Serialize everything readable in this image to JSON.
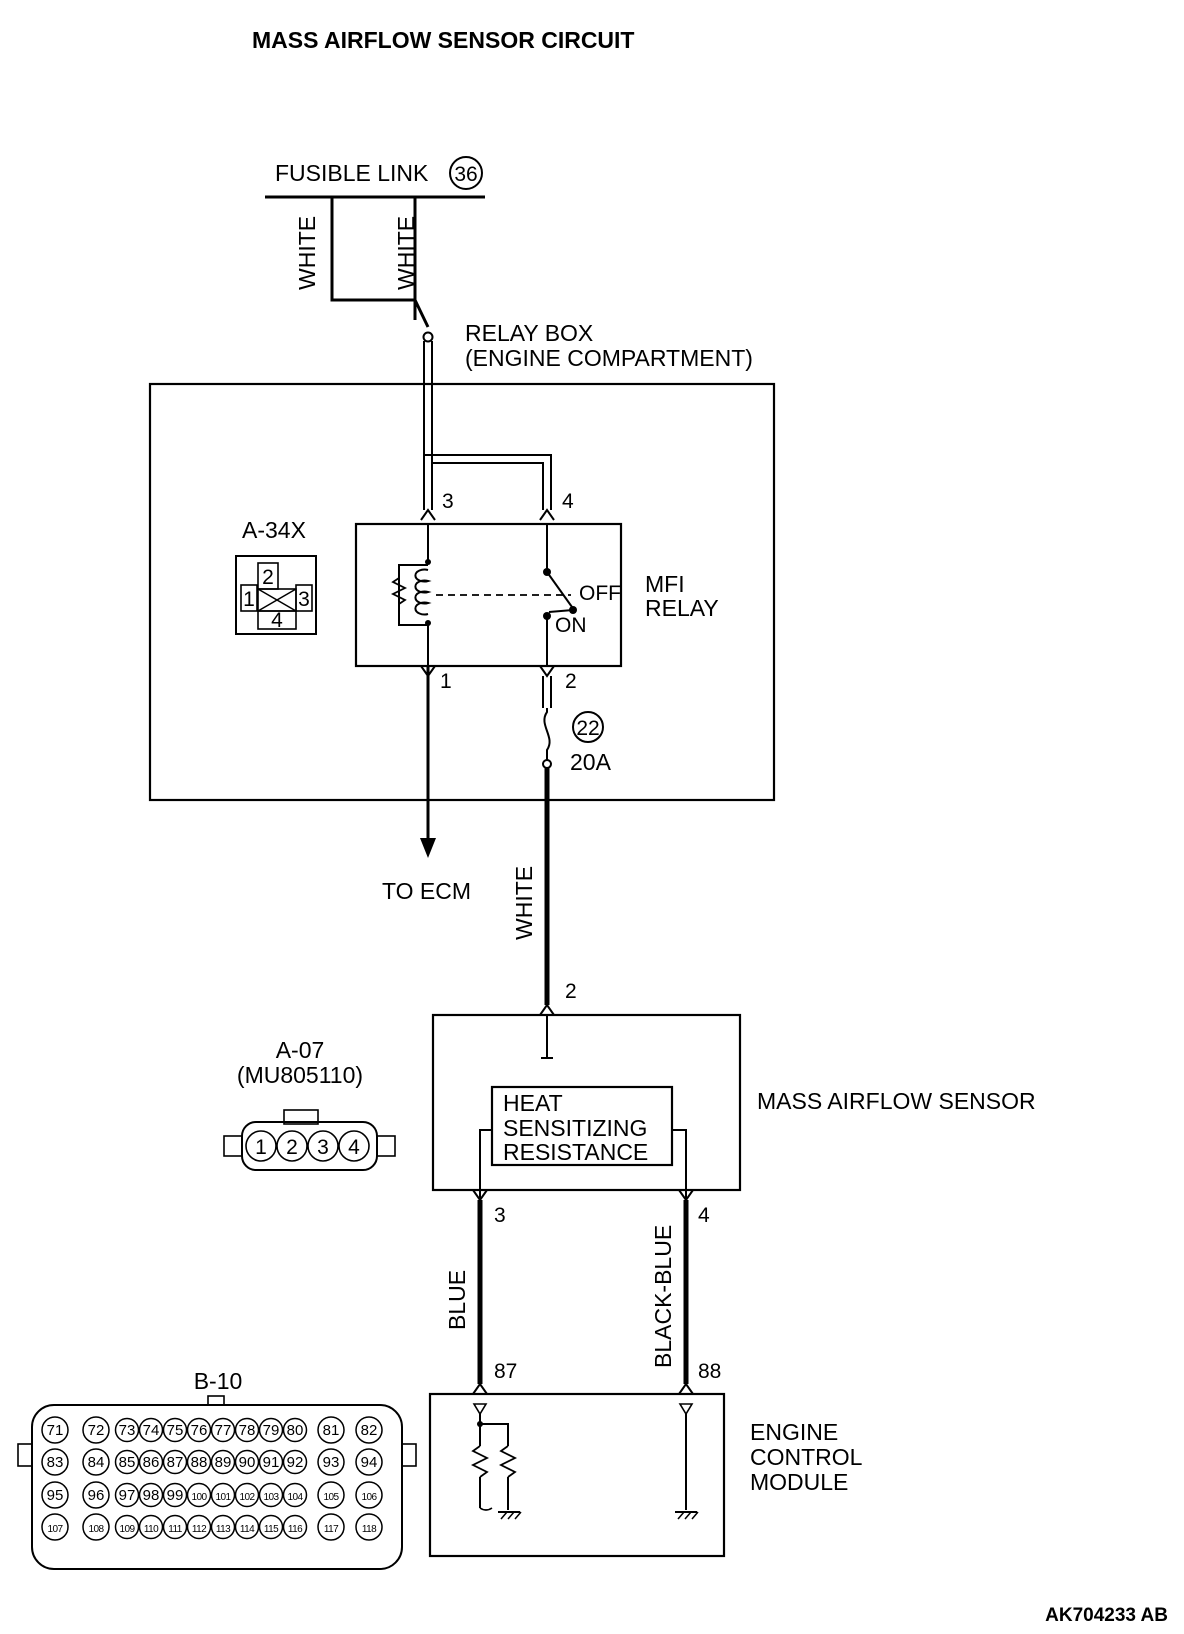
{
  "title": "MASS AIRFLOW SENSOR CIRCUIT",
  "figure_code": "AK704233 AB",
  "fusible_link": {
    "label": "FUSIBLE LINK",
    "number": "36"
  },
  "wires": {
    "white_1": "WHITE",
    "white_2": "WHITE",
    "white_3": "WHITE",
    "blue": "BLUE",
    "black_blue": "BLACK-BLUE"
  },
  "relay_box": {
    "line1": "RELAY BOX",
    "line2": "(ENGINE COMPARTMENT)"
  },
  "relay_connector": {
    "code": "A-34X",
    "pins": [
      "1",
      "2",
      "3",
      "4"
    ]
  },
  "mfi_relay": {
    "line1": "MFI",
    "line2": "RELAY",
    "off_label": "OFF",
    "on_label": "ON",
    "pins": {
      "p1": "1",
      "p2": "2",
      "p3": "3",
      "p4": "4"
    }
  },
  "fuse": {
    "number": "22",
    "rating": "20A"
  },
  "to_ecm": "TO ECM",
  "maf_connector": {
    "code": "A-07",
    "part": "(MU805110)",
    "pins": [
      "1",
      "2",
      "3",
      "4"
    ]
  },
  "maf_sensor": {
    "label": "MASS AIRFLOW SENSOR",
    "element_lines": [
      "HEAT",
      "SENSITIZING",
      "RESISTANCE"
    ],
    "pins": {
      "p2": "2",
      "p3": "3",
      "p4": "4"
    }
  },
  "ecm": {
    "lines": [
      "ENGINE",
      "CONTROL",
      "MODULE"
    ],
    "pins": {
      "p87": "87",
      "p88": "88"
    }
  },
  "ecm_connector": {
    "code": "B-10",
    "rows": [
      [
        "71",
        "72",
        "73",
        "74",
        "75",
        "76",
        "77",
        "78",
        "79",
        "80",
        "81",
        "82"
      ],
      [
        "83",
        "84",
        "85",
        "86",
        "87",
        "88",
        "89",
        "90",
        "91",
        "92",
        "93",
        "94"
      ],
      [
        "95",
        "96",
        "97",
        "98",
        "99",
        "100",
        "101",
        "102",
        "103",
        "104",
        "105",
        "106"
      ],
      [
        "107",
        "108",
        "109",
        "110",
        "111",
        "112",
        "113",
        "114",
        "115",
        "116",
        "117",
        "118"
      ]
    ]
  }
}
